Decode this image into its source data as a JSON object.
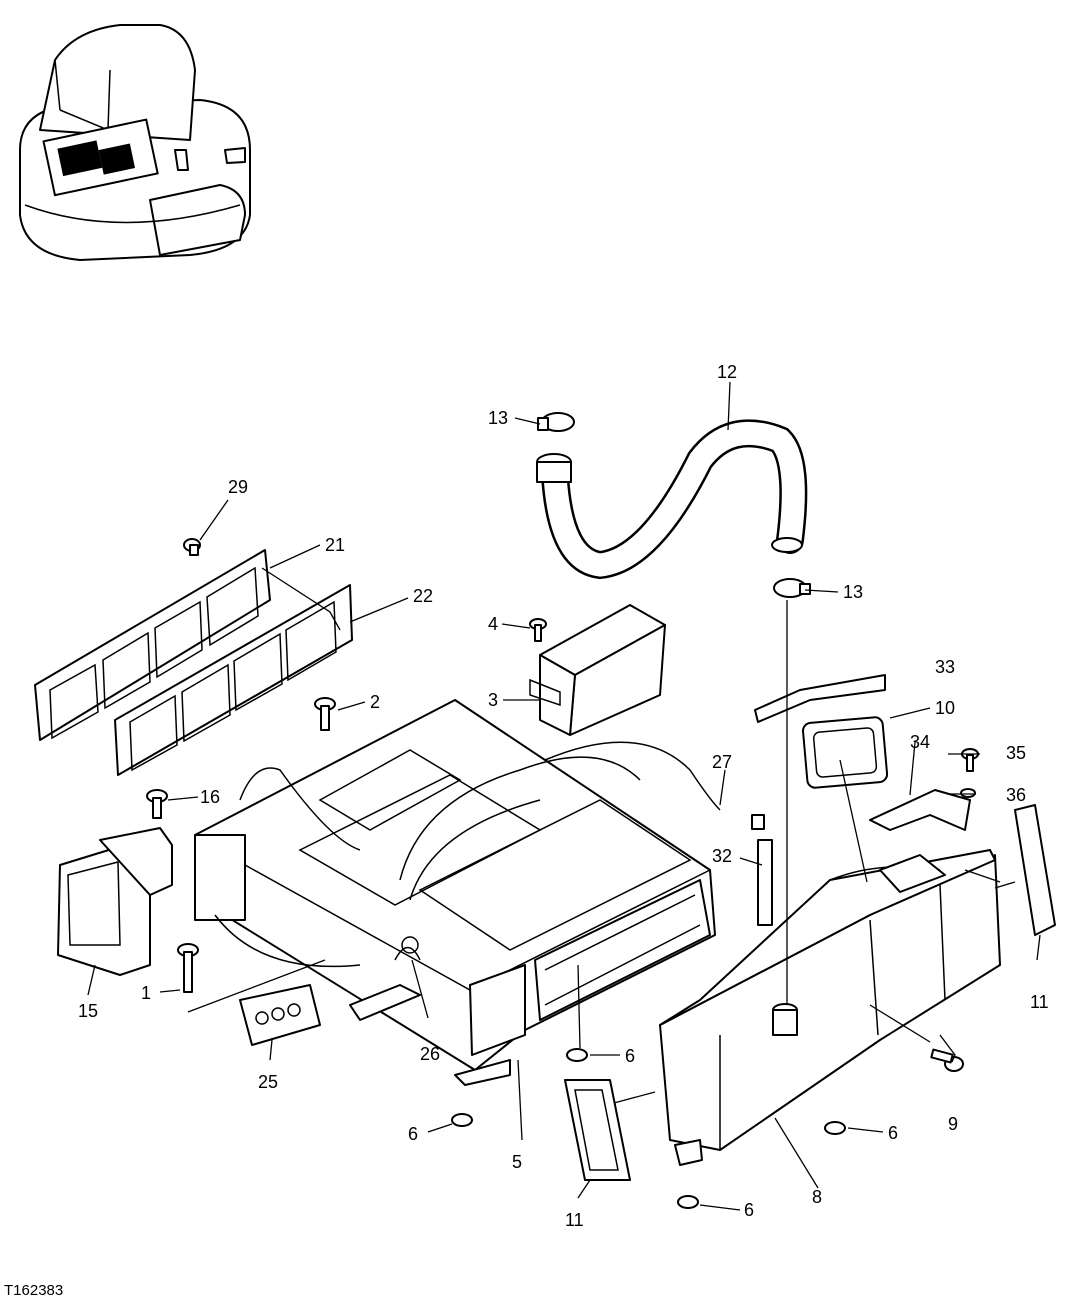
{
  "figure_id": "T162383",
  "callouts": {
    "c1": "1",
    "c2": "2",
    "c3": "3",
    "c4": "4",
    "c5": "5",
    "c6a": "6",
    "c6b": "6",
    "c6c": "6",
    "c6d": "6",
    "c8": "8",
    "c9": "9",
    "c10": "10",
    "c11a": "11",
    "c11b": "11",
    "c12": "12",
    "c13a": "13",
    "c13b": "13",
    "c15": "15",
    "c16": "16",
    "c21": "21",
    "c22": "22",
    "c25": "25",
    "c26": "26",
    "c27": "27",
    "c29": "29",
    "c32": "32",
    "c33": "33",
    "c34": "34",
    "c35": "35",
    "c36": "36"
  }
}
